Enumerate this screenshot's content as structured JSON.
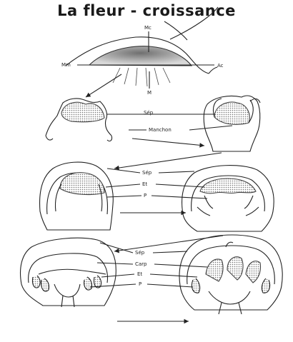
{
  "title": "La fleur - croissance",
  "panel1": {
    "label_top": "Mc",
    "label_left": "Mm",
    "label_right": "Ac",
    "label_bottom": "M"
  },
  "panel2": {
    "label_sepal": "Sép",
    "label_manchon": "Manchon"
  },
  "panel3": {
    "label_sepal": "Sép",
    "label_stamen": "Et",
    "label_petal": "P"
  },
  "panel4": {
    "label_sepal": "Sép",
    "label_carpel": "Carp",
    "label_stamen": "Et",
    "label_petal": "P"
  }
}
